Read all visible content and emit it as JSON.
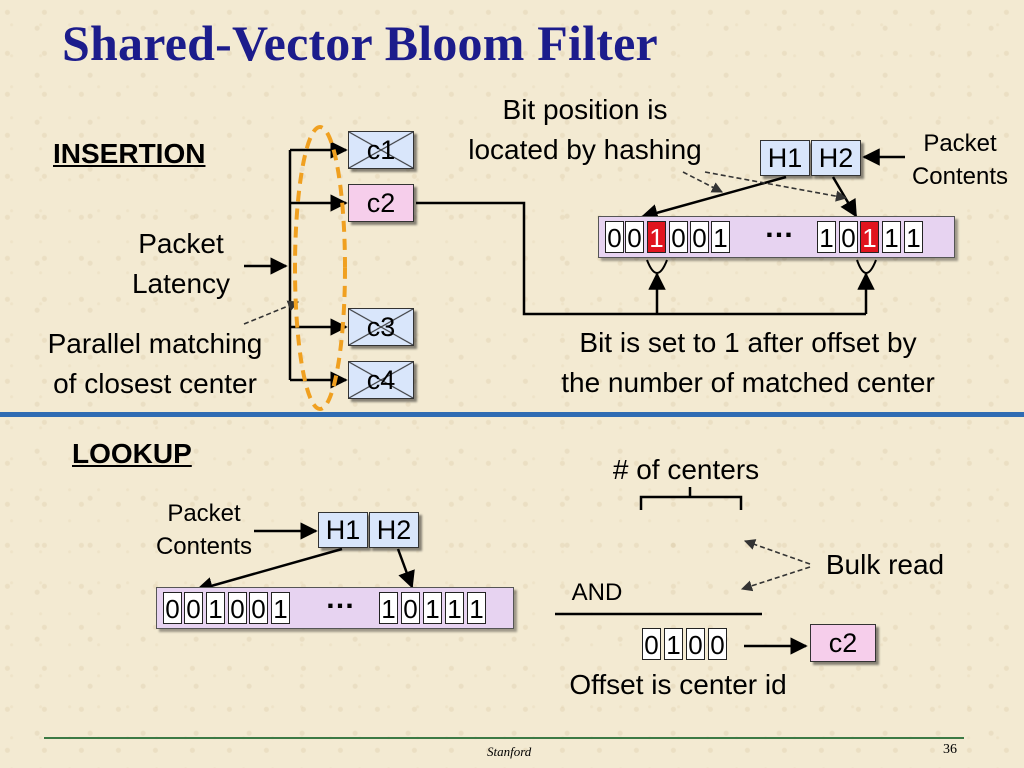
{
  "title": "Shared-Vector Bloom Filter",
  "insertion": {
    "heading": "INSERTION",
    "packet_latency": [
      "Packet",
      "Latency"
    ],
    "parallel_matching": [
      "Parallel matching",
      "of closest center"
    ],
    "centers": [
      "c1",
      "c2",
      "c3",
      "c4"
    ],
    "bit_position_note": [
      "Bit position is",
      "located by hashing"
    ],
    "hash_boxes": [
      "H1",
      "H2"
    ],
    "packet_contents": [
      "Packet",
      "Contents"
    ],
    "bits_left": [
      "0",
      "0",
      "1",
      "0",
      "0",
      "1"
    ],
    "bits_right": [
      "1",
      "0",
      "1",
      "1",
      "1"
    ],
    "dots": "…",
    "bit_set_note": [
      "Bit is set to 1 after offset by",
      "the number of matched center"
    ]
  },
  "lookup": {
    "heading": "LOOKUP",
    "packet_contents": [
      "Packet",
      "Contents"
    ],
    "hash_boxes": [
      "H1",
      "H2"
    ],
    "bits_left": [
      "0",
      "0",
      "1",
      "0",
      "0",
      "1"
    ],
    "bits_right": [
      "1",
      "0",
      "1",
      "1",
      "1"
    ],
    "dots": "…",
    "num_centers": "# of centers",
    "bulk_read": "Bulk read",
    "and_label": "AND",
    "result_bits": [
      "0",
      "1",
      "0",
      "0"
    ],
    "result_center": "c2",
    "offset_note": "Offset is center id"
  },
  "footer": {
    "source": "Stanford",
    "page": "36"
  },
  "colors": {
    "title": "#1c1c8c",
    "highlight_bit": "#e0141e",
    "divider": "#2f6cb3",
    "oval": "#f0a020"
  }
}
